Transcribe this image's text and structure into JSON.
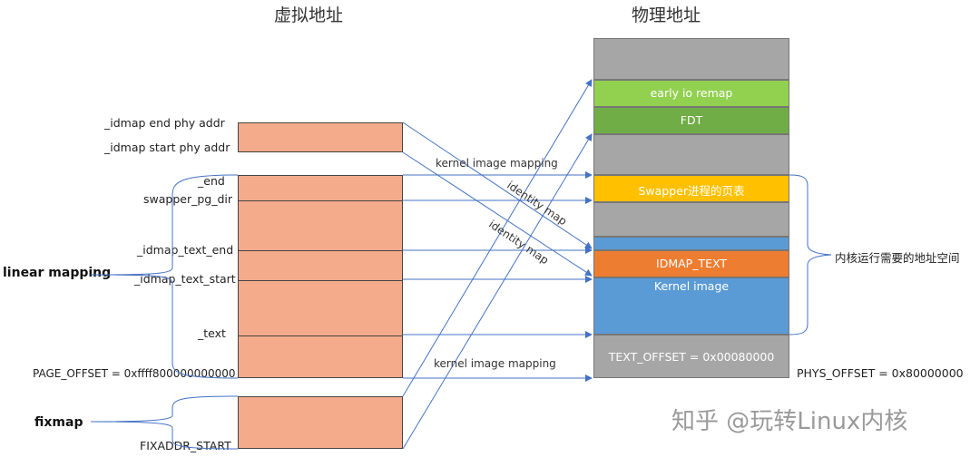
{
  "headers": {
    "virtual": "虚拟地址",
    "physical": "物理地址"
  },
  "virtual_labels": {
    "idmap_end": "_idmap end phy addr",
    "idmap_start": "_idmap start phy addr",
    "end": "_end",
    "swapper_pg_dir": "swapper_pg_dir",
    "idmap_text_end": "_idmap_text_end",
    "idmap_text_start": "_idmap_text_start",
    "text": "_text",
    "page_offset": "PAGE_OFFSET = 0xffff800000000000",
    "fixaddr_start": "FIXADDR_START"
  },
  "region_labels": {
    "linear_mapping": "linear mapping",
    "fixmap": "fixmap"
  },
  "physical_blocks": {
    "early_io_remap": "early io remap",
    "fdt": "FDT",
    "swapper": "Swapper进程的页表",
    "idmap_text": "IDMAP_TEXT",
    "kernel_image": "Kernel image",
    "text_offset": "TEXT_OFFSET = 0x00080000"
  },
  "physical_labels": {
    "phys_offset": "PHYS_OFFSET = 0x80000000",
    "kernel_space": "内核运行需要的地址空间"
  },
  "arrow_labels": {
    "kernel_image_mapping_top": "kernel image mapping",
    "identity_map_1": "identity map",
    "identity_map_2": "identity map",
    "kernel_image_mapping_bottom": "kernel image mapping"
  },
  "watermark": "知乎 @玩转Linux内核",
  "colors": {
    "virtual_block": "#f4ab8c",
    "gray": "#a6a6a6",
    "early_io_remap": "#92d050",
    "fdt": "#70ad47",
    "swapper": "#ffc000",
    "idmap_text": "#ed7d31",
    "kernel_image": "#5b9bd5",
    "arrow": "#4472c4"
  }
}
